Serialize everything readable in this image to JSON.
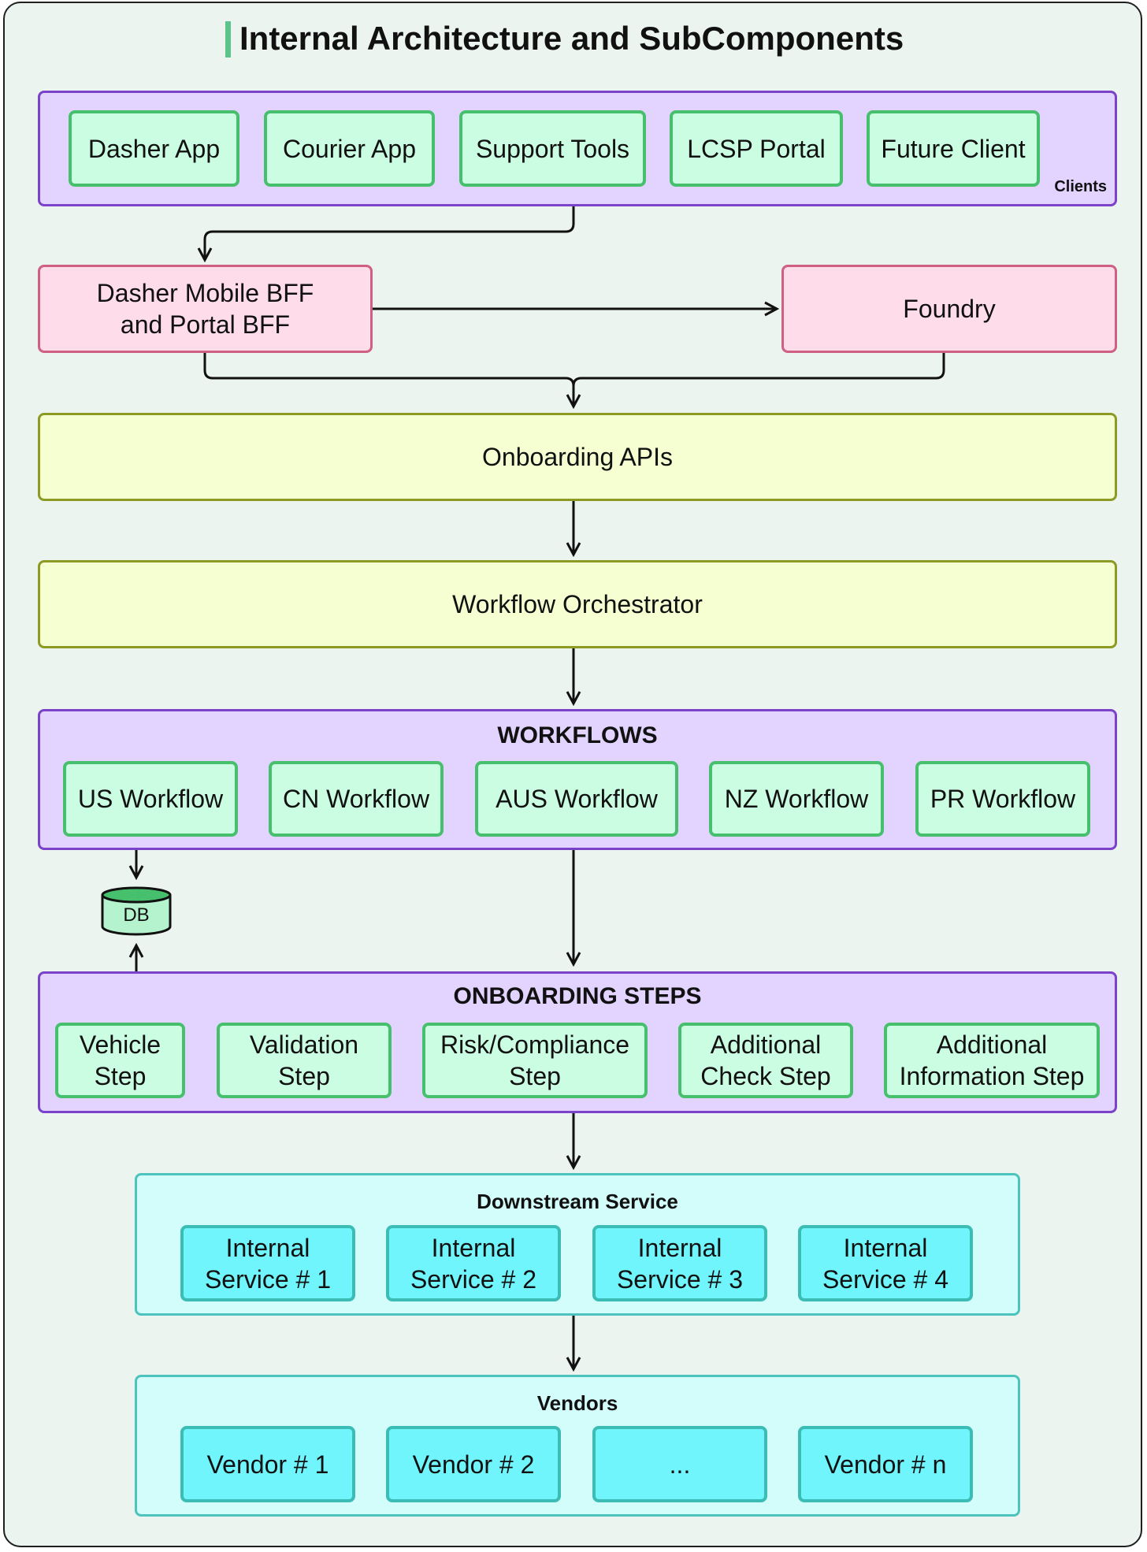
{
  "title": "Internal Architecture and SubComponents",
  "clients": {
    "tag": "Clients",
    "items": [
      "Dasher App",
      "Courier App",
      "Support Tools",
      "LCSP Portal",
      "Future Client"
    ]
  },
  "bff": {
    "label": "Dasher Mobile BFF\nand Portal BFF"
  },
  "foundry": {
    "label": "Foundry"
  },
  "onboarding_apis": {
    "label": "Onboarding APIs"
  },
  "workflow_orchestrator": {
    "label": "Workflow Orchestrator"
  },
  "workflows": {
    "heading": "WORKFLOWS",
    "items": [
      "US Workflow",
      "CN Workflow",
      "AUS Workflow",
      "NZ Workflow",
      "PR Workflow"
    ]
  },
  "db": {
    "label": "DB"
  },
  "onboarding_steps": {
    "heading": "ONBOARDING STEPS",
    "items": [
      "Vehicle\nStep",
      "Validation\nStep",
      "Risk/Compliance\nStep",
      "Additional\nCheck Step",
      "Additional\nInformation Step"
    ]
  },
  "downstream": {
    "heading": "Downstream Service",
    "items": [
      "Internal\nService # 1",
      "Internal\nService # 2",
      "Internal\nService # 3",
      "Internal\nService # 4"
    ]
  },
  "vendors": {
    "heading": "Vendors",
    "items": [
      "Vendor # 1",
      "Vendor # 2",
      "...",
      "Vendor # n"
    ]
  },
  "colors": {
    "purple_fill": "#e2d3ff",
    "purple_border": "#7a43c9",
    "green_fill": "#cbfde3",
    "green_border": "#47c06e",
    "pink_fill": "#ffdcea",
    "pink_border": "#cf5f83",
    "yellow_fill": "#f6ffd2",
    "yellow_border": "#8d9a23",
    "cyan_fill": "#6ff5fb",
    "cyan_border": "#3bbcb4"
  }
}
